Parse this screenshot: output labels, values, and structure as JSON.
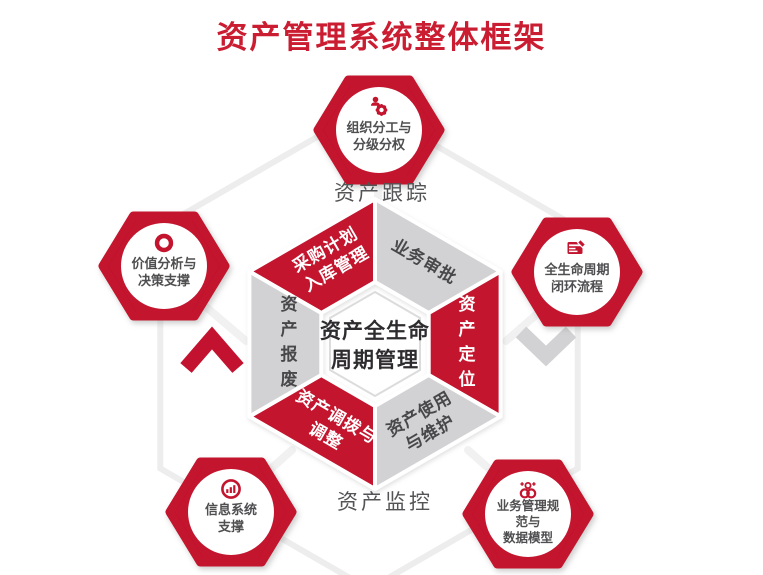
{
  "title": "资产管理系统整体框架",
  "outer_labels": {
    "top": "资产跟踪",
    "bottom": "资产监控"
  },
  "center": {
    "lines": [
      "资产全生命",
      "周期管理"
    ]
  },
  "segments": {
    "top_left": {
      "color": "red",
      "lines": [
        "采购计划",
        "入库管理"
      ]
    },
    "top_right": {
      "color": "gray",
      "lines": [
        "业务审批"
      ]
    },
    "right": {
      "color": "red",
      "text": "资产定位"
    },
    "bottom_right": {
      "color": "gray",
      "lines": [
        "资产使用",
        "与维护"
      ]
    },
    "bottom_left": {
      "color": "red",
      "lines": [
        "资产调拨与",
        "调整"
      ]
    },
    "left": {
      "color": "gray",
      "text": "资产报废"
    }
  },
  "badges": {
    "top": {
      "icon": "person-gear-icon",
      "lines": [
        "组织分工与",
        "分级分权"
      ]
    },
    "left": {
      "icon": "lifebuoy-icon",
      "lines": [
        "价值分析与",
        "决策支撑"
      ]
    },
    "right": {
      "icon": "document-edit-icon",
      "lines": [
        "全生命周期",
        "闭环流程"
      ]
    },
    "bottom_left": {
      "icon": "bar-chart-icon",
      "lines": [
        "信息系统",
        "支撑"
      ]
    },
    "bottom_right": {
      "icon": "group-link-icon",
      "lines": [
        "业务管理规",
        "范与",
        "数据模型"
      ]
    }
  },
  "arrows": {
    "left": "up-chevron-red",
    "right": "down-chevron-gray"
  },
  "colors": {
    "red": "#c3122f",
    "gray_segment": "#d2d2d4",
    "title_red": "#cb1d31",
    "dark_text": "#48474a",
    "label_text": "#545356",
    "badge_text": "#4f4e50",
    "faint_outline": "#ededed"
  }
}
